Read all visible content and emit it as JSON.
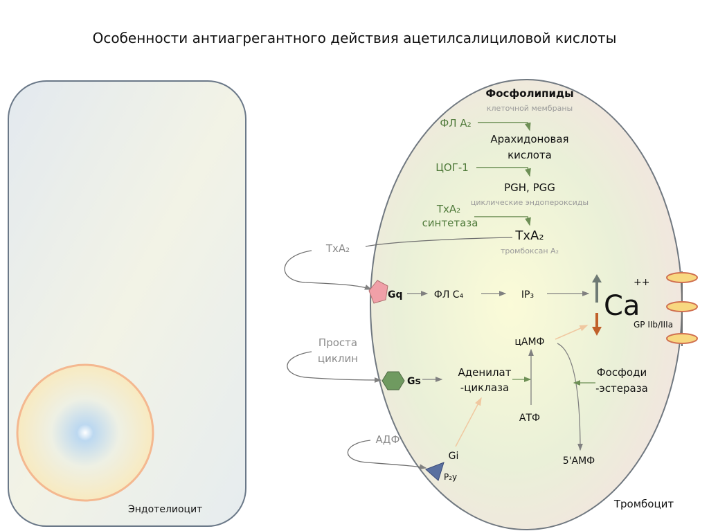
{
  "title": "Особенности антиагрегантного действия ацетилсалициловой кислоты",
  "endothelium": {
    "label": "Эндотелиоцит"
  },
  "platelet": {
    "label": "Тромбоцит",
    "phospholipids": "Фосфолипиды",
    "membrane": "клеточной мембраны",
    "pla2": "ФЛ A₂",
    "arachidonic_1": "Арахидоновая",
    "arachidonic_2": "кислота",
    "cox1": "ЦОГ-1",
    "pgh": "PGH, PGG",
    "endoperoxides": "циклические эндопероксиды",
    "txa2_synthase_1": "TxA₂",
    "txa2_synthase_2": "синтетаза",
    "txa2": "TxA₂",
    "thromboxane": "тромбоксан A₂",
    "gq": "Gq",
    "plc": "ФЛ C₄",
    "ip3": "IP₃",
    "ca": "Ca",
    "ca_charge": "++",
    "gp": "GP IIb/IIIa",
    "camp": "цАМФ",
    "gs": "Gs",
    "ac_1": "Аденилат",
    "ac_2": "-циклаза",
    "atp": "АТФ",
    "pde_1": "Фосфоди",
    "pde_2": "-эстераза",
    "amp5": "5'АМФ",
    "gi": "Gi",
    "p2y": "P₂y"
  },
  "external": {
    "txa2": "TxA₂",
    "prostacyclin_1": "Проста",
    "prostacyclin_2": "циклин",
    "adp": "АДФ"
  }
}
